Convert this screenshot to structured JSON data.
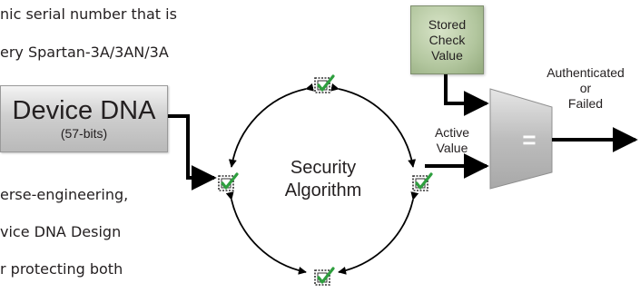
{
  "body_text": [
    "nic serial number that is",
    "ery Spartan-3A/3AN/3A",
    "erse-engineering,",
    "vice DNA Design",
    "r protecting both"
  ],
  "device_dna": {
    "title": "Device DNA",
    "subtitle": "(57-bits)"
  },
  "stored_check": {
    "line1": "Stored",
    "line2": "Check",
    "line3": "Value"
  },
  "active_value": {
    "line1": "Active",
    "line2": "Value"
  },
  "result": {
    "line1": "Authenticated",
    "line2": "or",
    "line3": "Failed"
  },
  "security": {
    "line1": "Security",
    "line2": "Algorithm"
  },
  "comparator_symbol": "=",
  "colors": {
    "check_green": "#2e9e3e",
    "arrow": "#000000",
    "chip": "#333333"
  },
  "icons": [
    "chip-check-icon-top",
    "chip-check-icon-left",
    "chip-check-icon-right",
    "chip-check-icon-bottom"
  ]
}
